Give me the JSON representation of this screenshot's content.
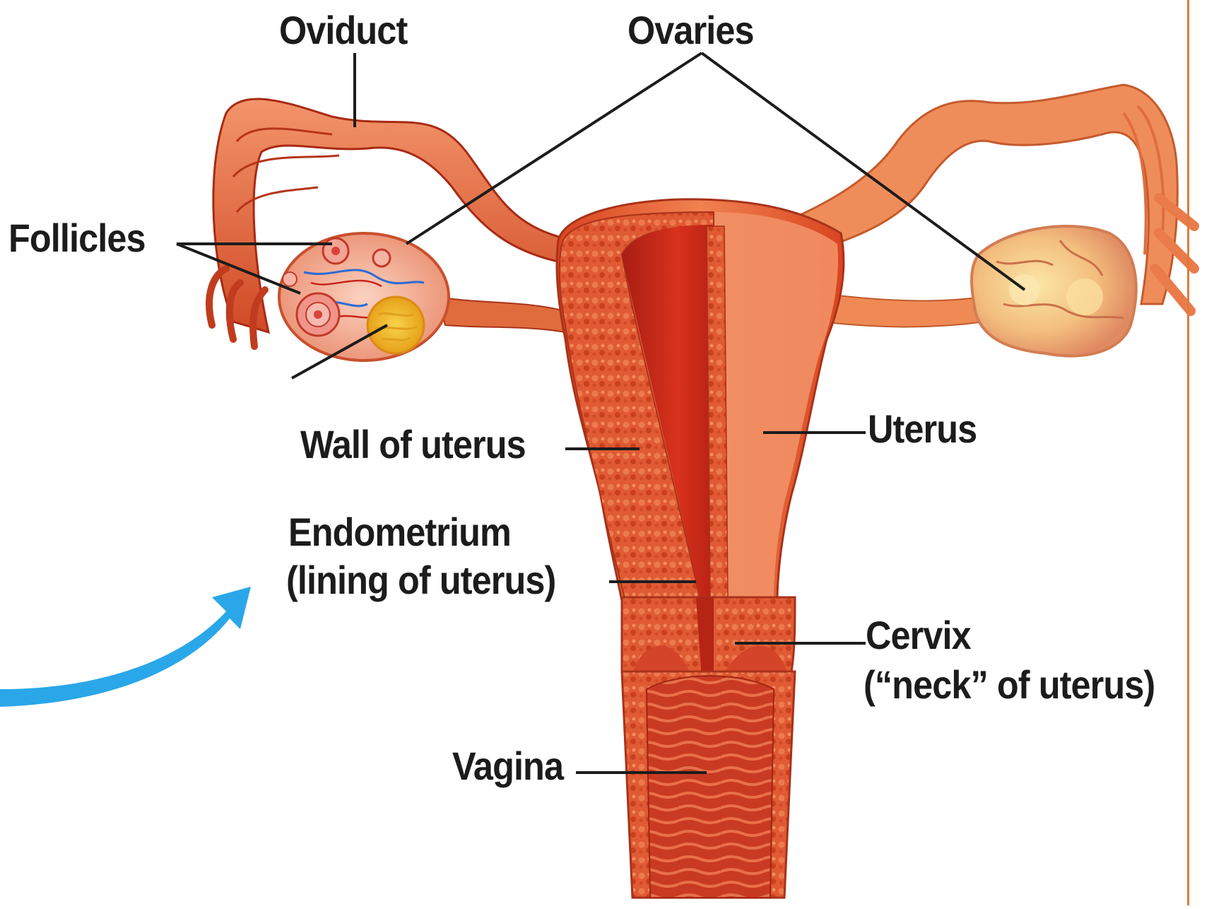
{
  "labels": {
    "oviduct": "Oviduct",
    "ovaries": "Ovaries",
    "follicles": "Follicles",
    "wall_of_uterus": "Wall of uterus",
    "uterus": "Uterus",
    "endometrium_line1": "Endometrium",
    "endometrium_line2": "(lining of uterus)",
    "cervix_line1": "Cervix",
    "cervix_line2": "(“neck” of uterus)",
    "vagina": "Vagina"
  },
  "colors": {
    "tissue_dark": "#c8321e",
    "tissue_mid": "#e0552f",
    "tissue_light": "#f08a5a",
    "ovary_left": "#f4b39a",
    "corpus_luteum": "#f2b526",
    "ovary_right": "#f5d48a",
    "arrow": "#2aa7e8",
    "border_line": "#e07b3c",
    "leader": "#1c1c1c"
  }
}
